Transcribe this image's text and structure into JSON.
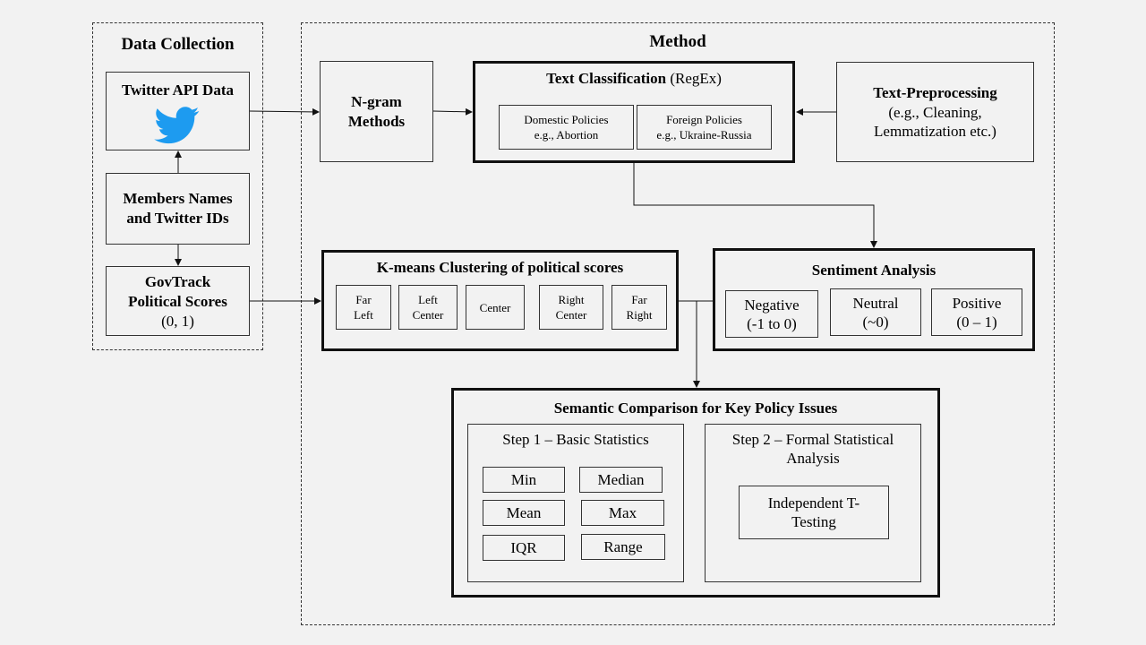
{
  "data_collection": {
    "title": "Data Collection",
    "twitter_api": "Twitter API Data",
    "twitter_icon": "twitter-bird-icon",
    "members_line1": "Members Names",
    "members_line2": "and Twitter IDs",
    "govtrack_line1": "GovTrack",
    "govtrack_line2": "Political Scores",
    "govtrack_line3": "(0, 1)"
  },
  "method": {
    "title": "Method",
    "ngram_line1": "N-gram",
    "ngram_line2": "Methods",
    "text_class": {
      "title_bold": "Text Classification",
      "title_suffix": " (RegEx)",
      "domestic_line1": "Domestic Policies",
      "domestic_line2": "e.g., Abortion",
      "foreign_line1": "Foreign Policies",
      "foreign_line2": "e.g., Ukraine-Russia"
    },
    "preprocessing": {
      "line1": "Text-Preprocessing",
      "line2": "(e.g., Cleaning,",
      "line3": "Lemmatization  etc.)"
    },
    "kmeans": {
      "title": "K-means Clustering of political scores",
      "clusters": [
        {
          "l1": "Far",
          "l2": "Left"
        },
        {
          "l1": "Left",
          "l2": "Center"
        },
        {
          "l1": "Center",
          "l2": ""
        },
        {
          "l1": "Right",
          "l2": "Center"
        },
        {
          "l1": "Far",
          "l2": "Right"
        }
      ]
    },
    "sentiment": {
      "title": "Sentiment Analysis",
      "negative_l1": "Negative",
      "negative_l2": "(-1  to 0)",
      "neutral_l1": "Neutral",
      "neutral_l2": "(~0)",
      "positive_l1": "Positive",
      "positive_l2": "(0 – 1)"
    },
    "semantic": {
      "title": "Semantic Comparison for Key Policy Issues",
      "step1_title": "Step 1 – Basic Statistics",
      "stats": [
        "Min",
        "Median",
        "Mean",
        "Max",
        "IQR",
        "Range"
      ],
      "step2_line1": "Step 2 – Formal Statistical",
      "step2_line2": "Analysis",
      "ttest_line1": "Independent T-",
      "ttest_line2": "Testing"
    }
  }
}
